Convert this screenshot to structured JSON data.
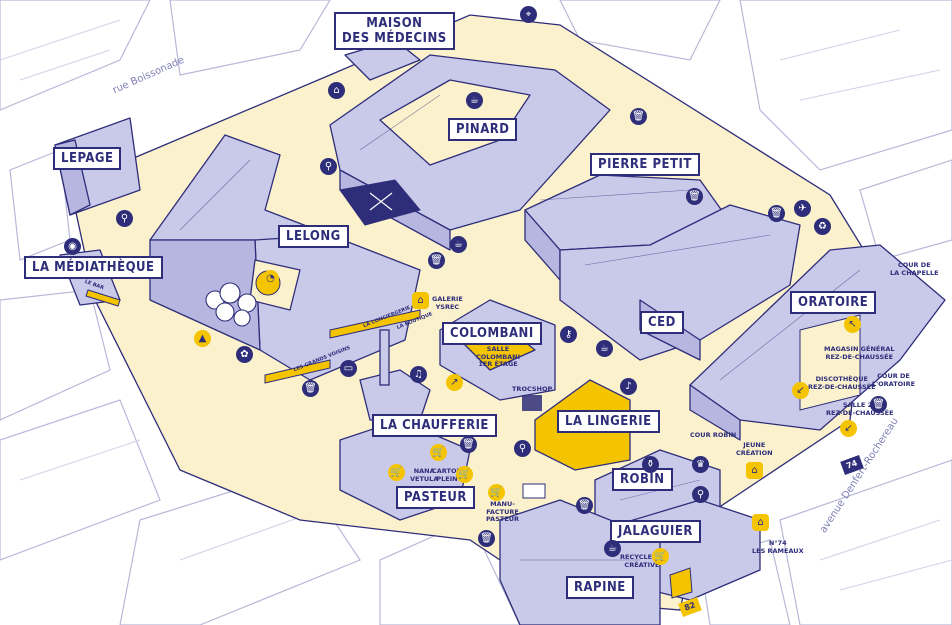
{
  "streets": [
    "rue Boissonade",
    "avenue Denfert-Rochereau"
  ],
  "buildings": {
    "maison_des_medecins": [
      "MAISON",
      "DES MÉDECINS"
    ],
    "pinard": "PINARD",
    "pierre_petit": "PIERRE PETIT",
    "lepage": "LEPAGE",
    "lelong": "LELONG",
    "mediatheque": "LA MÉDIATHÈQUE",
    "colombani": "COLOMBANI",
    "ced": "CED",
    "oratoire": "ORATOIRE",
    "la_chaufferie": "LA CHAUFFERIE",
    "la_lingerie": "LA LINGERIE",
    "robin": "ROBIN",
    "pasteur": "PASTEUR",
    "jalaguier": "JALAGUIER",
    "rapine": "RAPINE"
  },
  "small_labels": {
    "galerie_ysrec": [
      "GALERIE",
      "YSREC"
    ],
    "salle_colombani": [
      "SALLE",
      "COLOMBANI",
      "1er ÉTAGE"
    ],
    "trocshop": "TROCSHOP",
    "cour_de_la_chapelle": [
      "COUR DE",
      "LA CHAPELLE"
    ],
    "magasin_general": [
      "MAGASIN GÉNÉRAL",
      "REZ-DE-CHAUSSÉE"
    ],
    "discotheque": [
      "DISCOTHÈQUE",
      "REZ-DE-CHAUSSÉE"
    ],
    "cour_de_loratoire": [
      "COUR DE",
      "L'ORATOIRE"
    ],
    "salle_29": [
      "SALLE 29",
      "REZ-DE-CHAUSSÉE"
    ],
    "cour_robin": "COUR ROBIN",
    "jeune_creation": [
      "JEUNE",
      "CRÉATION"
    ],
    "nama_vetula": [
      "NANA",
      "VETULA"
    ],
    "carton_plein": [
      "CARTON",
      "PLEIN"
    ],
    "manufacture_pasteur": [
      "MANU-",
      "FACTURE",
      "PASTEUR"
    ],
    "recyclerie_creative": [
      "RECYCLERIE",
      "CRÉATIVE"
    ],
    "n74_les_rameaux": [
      "N°74",
      "LES RAMEAUX"
    ],
    "shop_sign_1": "LES GRANDS VOISINS",
    "shop_sign_2": "LA CONCIERGERIE",
    "shop_sign_3": "LE BAR",
    "shop_sign_4": "LA BOUTIQUE"
  },
  "entrances": [
    "74",
    "82"
  ],
  "colors": {
    "building_fill": "#c9c9ea",
    "building_stroke": "#2d2d7a",
    "courtyard": "#fbf1cc",
    "accent_yellow": "#f5c400",
    "navy": "#2d2d7a",
    "background_streets": "#e6e6f2"
  }
}
